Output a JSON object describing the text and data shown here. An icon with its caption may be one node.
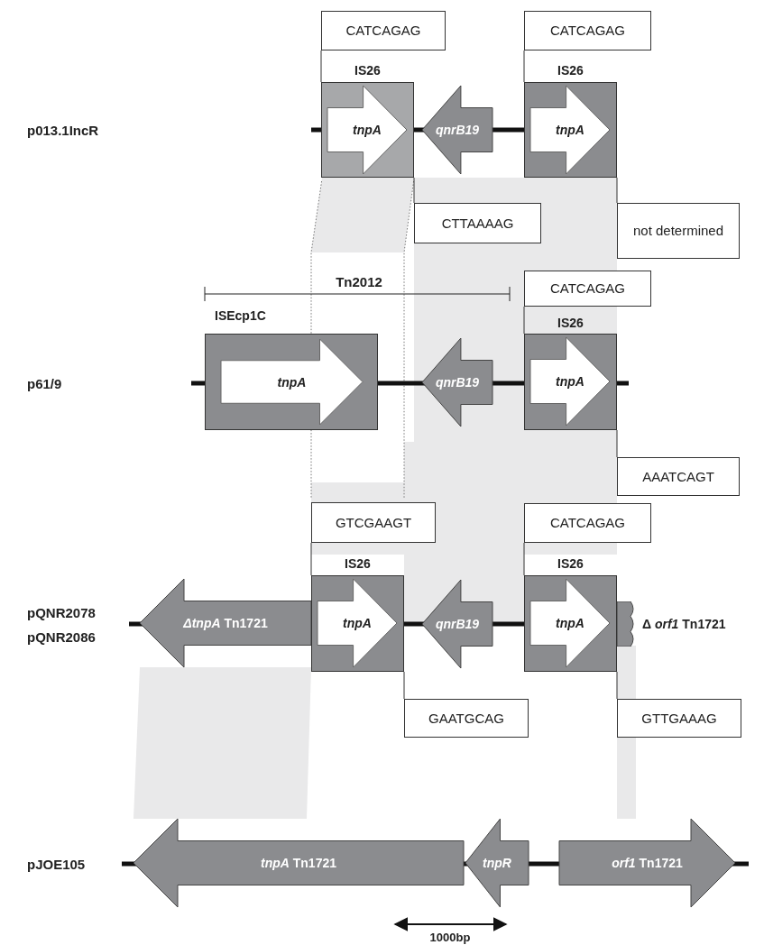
{
  "diagram": {
    "nodes": [
      {
        "text": [
          "CATCAGAG"
        ]
      },
      {
        "text": [
          "CATCAGAG"
        ]
      },
      {
        "text": [
          "IS26"
        ]
      },
      {
        "text": [
          "tnpA"
        ],
        "in": 2
      },
      {
        "text": [
          "qnrB19"
        ]
      },
      {
        "text": [
          "IS26"
        ]
      },
      {
        "text": [
          "tnpA"
        ],
        "in": 5
      },
      {
        "text": [
          "CTTAAAAG"
        ]
      },
      {
        "text": [
          "not determined"
        ]
      },
      {
        "text": [
          "CATCAGAG"
        ]
      },
      {
        "text": [
          "ISEcp1C"
        ]
      },
      {
        "text": [
          "tnpA"
        ],
        "in": 10
      },
      {
        "text": [
          "qnrB19"
        ]
      },
      {
        "text": [
          "IS26"
        ]
      },
      {
        "text": [
          "tnpA"
        ],
        "in": 13
      },
      {
        "text": [
          "AAATCAGT"
        ]
      },
      {
        "text": [
          "GTCGAAGT"
        ]
      },
      {
        "text": [
          "CATCAGAG"
        ]
      },
      {
        "text": [
          "*ΔtnpA* Tn1721"
        ]
      },
      {
        "text": [
          "IS26"
        ]
      },
      {
        "text": [
          "tnpA"
        ],
        "in": 19
      },
      {
        "text": [
          "qnrB19"
        ]
      },
      {
        "text": [
          "IS26"
        ]
      },
      {
        "text": [
          "tnpA"
        ],
        "in": 22
      },
      {
        "text": [],
        "shape": "box",
        "beside": [
          "Δ *orf1* Tn1721"
        ]
      },
      {
        "text": [
          "GAATGCAG"
        ]
      },
      {
        "text": [
          "GTTGAAAG"
        ]
      },
      {
        "text": [
          "*tnpA* Tn1721"
        ]
      },
      {
        "text": [
          "tnpR"
        ]
      },
      {
        "text": [
          "*orf1* Tn1721"
        ]
      }
    ],
    "edges": [
      {
        "from": 0,
        "to": 2,
        "arrow": "none"
      },
      {
        "from": 1,
        "to": 5,
        "arrow": "none"
      },
      {
        "from": 7,
        "to": 2,
        "arrow": "none"
      },
      {
        "from": 8,
        "to": 5,
        "arrow": "none"
      },
      {
        "from": 9,
        "to": 13,
        "arrow": "none"
      },
      {
        "from": 15,
        "to": 13,
        "arrow": "none"
      },
      {
        "from": 16,
        "to": 19,
        "arrow": "none"
      },
      {
        "from": 17,
        "to": 22,
        "arrow": "none"
      },
      {
        "from": 25,
        "to": 19,
        "arrow": "none"
      },
      {
        "from": 26,
        "to": 22,
        "arrow": "none"
      }
    ],
    "labels": [
      "p013.1IncR",
      "Tn2012",
      "p61/9",
      "pQNR2078",
      "pQNR2086",
      "pJOE105",
      "1000bp"
    ]
  }
}
